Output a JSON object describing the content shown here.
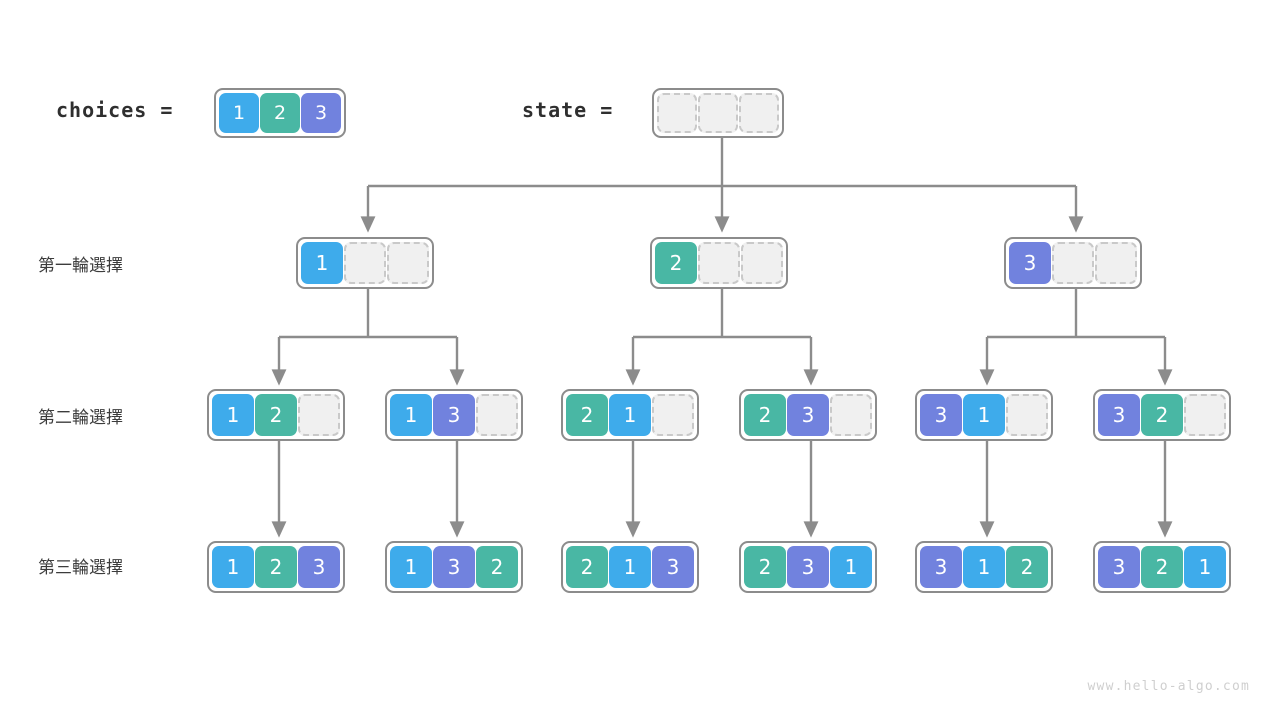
{
  "header": {
    "choices_label": "choices =",
    "state_label": "state =",
    "choices": [
      "1",
      "2",
      "3"
    ],
    "state": [
      "",
      "",
      ""
    ]
  },
  "row_labels": {
    "round1": "第一輪選擇",
    "round2": "第二輪選擇",
    "round3": "第三輪選擇"
  },
  "colors": {
    "value1": "#3eabeb",
    "value2": "#49b7a4",
    "value3": "#7182de",
    "empty_fill": "#f0f0f0",
    "empty_border": "#c9c9c9",
    "node_border": "#8c8c8c",
    "wire": "#8c8c8c",
    "text": "#3c3c3c",
    "watermark": "#cfcfcf",
    "background": "#ffffff"
  },
  "tree": {
    "root": {
      "cells": [
        "",
        "",
        ""
      ]
    },
    "level1": [
      {
        "cells": [
          "1",
          "",
          ""
        ]
      },
      {
        "cells": [
          "2",
          "",
          ""
        ]
      },
      {
        "cells": [
          "3",
          "",
          ""
        ]
      }
    ],
    "level2": [
      {
        "cells": [
          "1",
          "2",
          ""
        ]
      },
      {
        "cells": [
          "1",
          "3",
          ""
        ]
      },
      {
        "cells": [
          "2",
          "1",
          ""
        ]
      },
      {
        "cells": [
          "2",
          "3",
          ""
        ]
      },
      {
        "cells": [
          "3",
          "1",
          ""
        ]
      },
      {
        "cells": [
          "3",
          "2",
          ""
        ]
      }
    ],
    "level3": [
      {
        "cells": [
          "1",
          "2",
          "3"
        ]
      },
      {
        "cells": [
          "1",
          "3",
          "2"
        ]
      },
      {
        "cells": [
          "2",
          "1",
          "3"
        ]
      },
      {
        "cells": [
          "2",
          "3",
          "1"
        ]
      },
      {
        "cells": [
          "3",
          "1",
          "2"
        ]
      },
      {
        "cells": [
          "3",
          "2",
          "1"
        ]
      }
    ]
  },
  "watermark": "www.hello-algo.com"
}
